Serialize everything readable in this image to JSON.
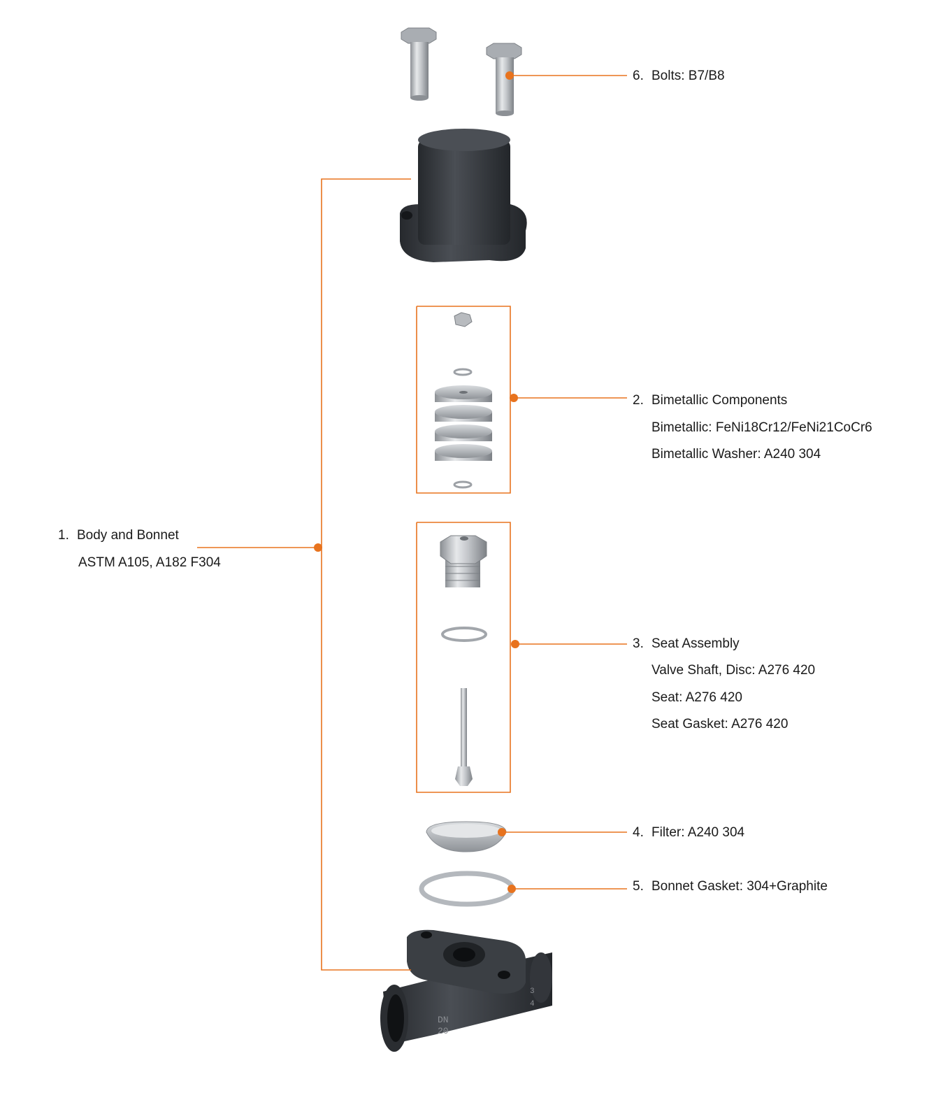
{
  "colors": {
    "accent": "#e8731e",
    "part_dark": "#3a3d42",
    "part_metal": "#b9bcc0"
  },
  "callouts": [
    {
      "num": "1.",
      "title": "Body and Bonnet",
      "details": [
        "ASTM A105, A182 F304"
      ]
    },
    {
      "num": "2.",
      "title": "Bimetallic Components",
      "details": [
        "Bimetallic: FeNi18Cr12/FeNi21CoCr6",
        "Bimetallic Washer: A240 304"
      ]
    },
    {
      "num": "3.",
      "title": "Seat Assembly",
      "details": [
        "Valve Shaft, Disc: A276 420",
        "Seat: A276 420",
        "Seat Gasket: A276 420"
      ]
    },
    {
      "num": "4.",
      "title": "Filter: A240 304",
      "details": []
    },
    {
      "num": "5.",
      "title": "Bonnet Gasket: 304+Graphite",
      "details": []
    },
    {
      "num": "6.",
      "title": "Bolts: B7/B8",
      "details": []
    }
  ],
  "body_markings": {
    "dn_label": "DN",
    "dn_value": "20",
    "size_top": "3",
    "size_bottom": "4"
  }
}
